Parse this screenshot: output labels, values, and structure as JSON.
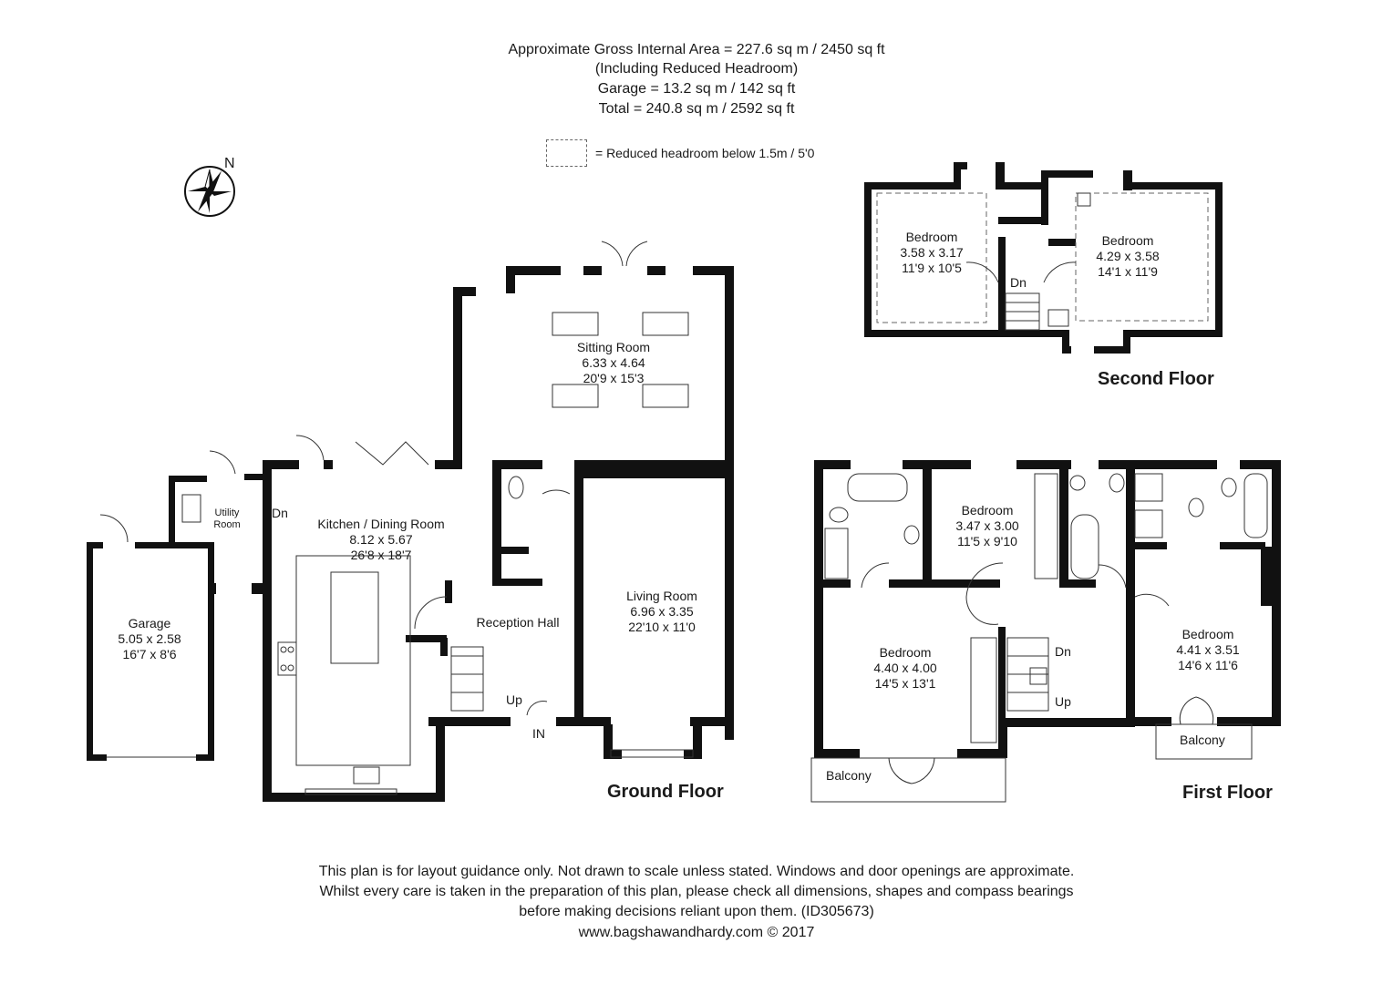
{
  "header": {
    "area_line": "Approximate Gross Internal Area = 227.6 sq m / 2450 sq ft",
    "headroom_note": "(Including Reduced Headroom)",
    "garage_line": "Garage = 13.2 sq m / 142 sq ft",
    "total_line": "Total = 240.8 sq m / 2592 sq ft"
  },
  "legend": {
    "text": "= Reduced headroom below 1.5m / 5'0"
  },
  "compass": {
    "label": "N",
    "icon": "compass-rose-icon"
  },
  "floors": {
    "ground": {
      "title": "Ground Floor",
      "rooms": {
        "sitting": {
          "name": "Sitting Room",
          "metric": "6.33 x 4.64",
          "imperial": "20'9 x 15'3"
        },
        "kitchen": {
          "name": "Kitchen / Dining Room",
          "metric": "8.12 x 5.67",
          "imperial": "26'8 x 18'7"
        },
        "utility": {
          "name_line1": "Utility",
          "name_line2": "Room"
        },
        "garage": {
          "name": "Garage",
          "metric": "5.05 x 2.58",
          "imperial": "16'7 x 8'6"
        },
        "reception": {
          "name": "Reception Hall"
        },
        "living": {
          "name": "Living Room",
          "metric": "6.96 x 3.35",
          "imperial": "22'10 x 11'0"
        }
      },
      "labels": {
        "dn": "Dn",
        "up": "Up",
        "in": "IN"
      }
    },
    "first": {
      "title": "First Floor",
      "rooms": {
        "bed_mid": {
          "name": "Bedroom",
          "metric": "3.47 x 3.00",
          "imperial": "11'5 x 9'10"
        },
        "bed_left": {
          "name": "Bedroom",
          "metric": "4.40 x 4.00",
          "imperial": "14'5 x 13'1"
        },
        "bed_right": {
          "name": "Bedroom",
          "metric": "4.41 x 3.51",
          "imperial": "14'6 x 11'6"
        }
      },
      "labels": {
        "dn": "Dn",
        "up": "Up",
        "balcony_left": "Balcony",
        "balcony_right": "Balcony"
      }
    },
    "second": {
      "title": "Second Floor",
      "rooms": {
        "bed_left": {
          "name": "Bedroom",
          "metric": "3.58 x 3.17",
          "imperial": "11'9 x 10'5"
        },
        "bed_right": {
          "name": "Bedroom",
          "metric": "4.29 x 3.58",
          "imperial": "14'1 x 11'9"
        }
      },
      "labels": {
        "dn": "Dn"
      }
    }
  },
  "footer": {
    "line1": "This plan is for layout guidance only. Not drawn to scale unless stated. Windows and door openings are approximate.",
    "line2": "Whilst every care is taken in the preparation of this plan, please check all dimensions, shapes and compass bearings",
    "line3": "before making decisions reliant upon them. (ID305673)",
    "line4": "www.bagshawandhardy.com © 2017"
  }
}
